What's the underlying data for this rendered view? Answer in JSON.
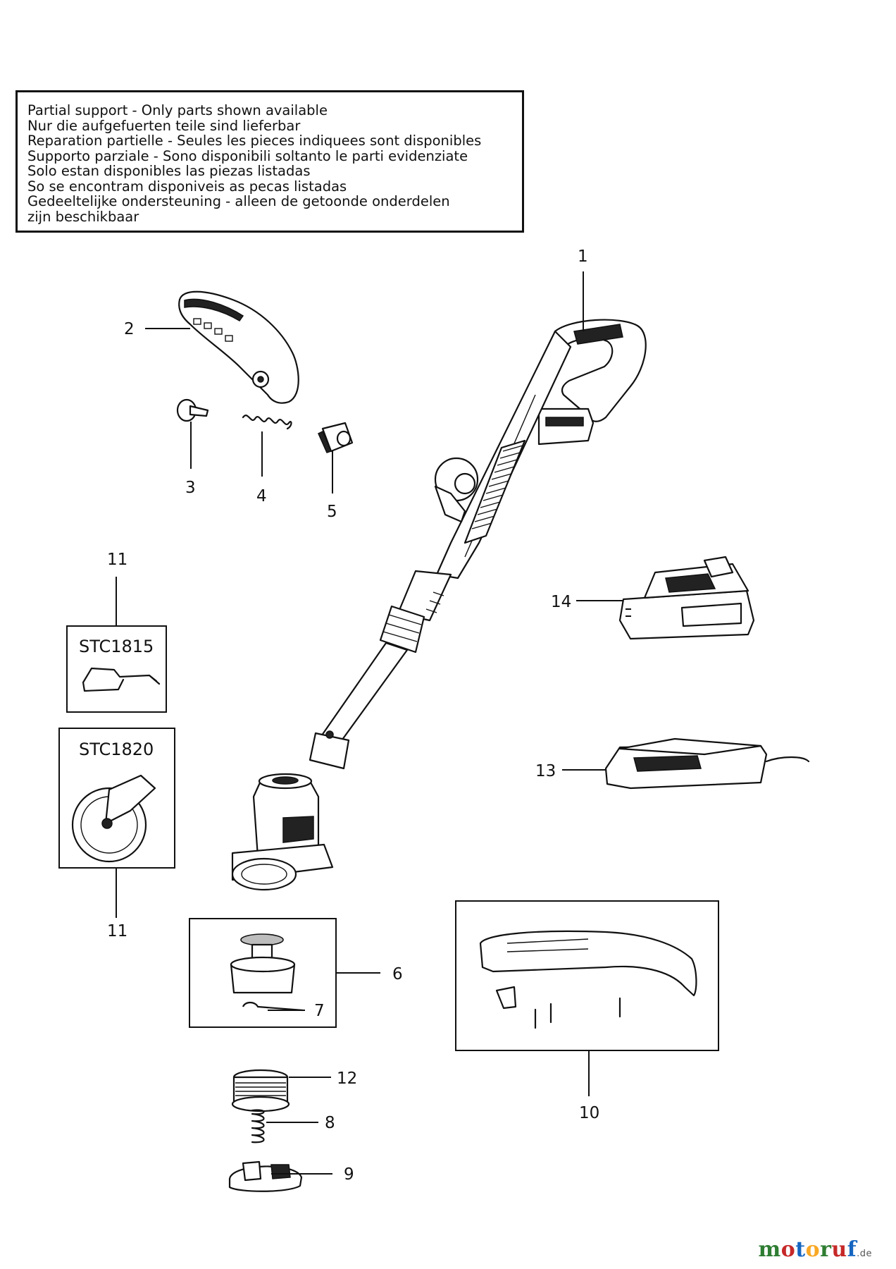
{
  "notice": {
    "lines": [
      "Partial support - Only parts shown available",
      "Nur die aufgefuerten teile sind lieferbar",
      "Reparation partielle - Seules les pieces indiquees sont disponibles",
      "Supporto parziale - Sono disponibili soltanto le parti evidenziate",
      "Solo estan disponibles las piezas listadas",
      "So se encontram disponiveis as pecas listadas",
      "Gedeeltelijke ondersteuning - alleen de getoonde onderdelen",
      "zijn beschikbaar"
    ]
  },
  "parts": {
    "p1": "1",
    "p2": "2",
    "p3": "3",
    "p4": "4",
    "p5": "5",
    "p6": "6",
    "p7": "7",
    "p8": "8",
    "p9": "9",
    "p10": "10",
    "p11a": "11",
    "p11b": "11",
    "p12": "12",
    "p13": "13",
    "p14": "14"
  },
  "models": {
    "a": "STC1815",
    "b": "STC1820"
  },
  "brand": {
    "colored": [
      {
        "ch": "m",
        "color": "#2e7d32"
      },
      {
        "ch": "o",
        "color": "#c62828"
      },
      {
        "ch": "t",
        "color": "#1565c0"
      },
      {
        "ch": "o",
        "color": "#f9a825"
      },
      {
        "ch": "r",
        "color": "#2e7d32"
      },
      {
        "ch": "u",
        "color": "#c62828"
      },
      {
        "ch": "f",
        "color": "#1565c0"
      }
    ],
    "tld": ".de"
  }
}
